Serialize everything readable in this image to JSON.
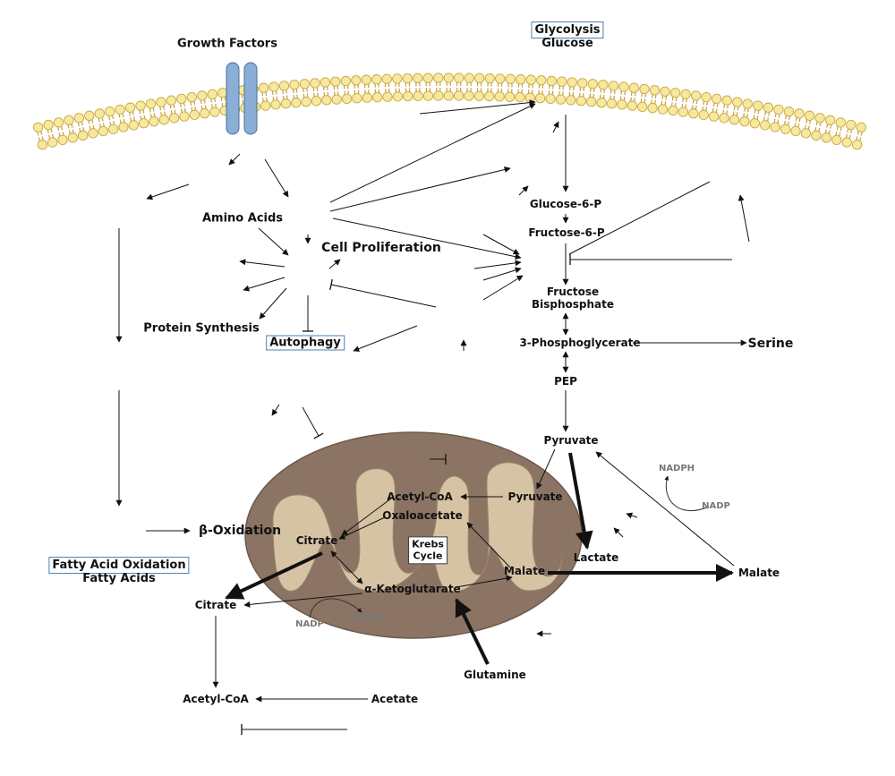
{
  "labels": {
    "growth_factors": "Growth Factors",
    "glycolysis": "Glycolysis",
    "glucose": "Glucose",
    "amino_acids": "Amino Acids",
    "cell_proliferation": "Cell Proliferation",
    "protein_synthesis": "Protein Synthesis",
    "autophagy": "Autophagy",
    "glucose_6p": "Glucose-6-P",
    "fructose_6p": "Fructose-6-P",
    "fructose": "Fructose",
    "bisphosphate": "Bisphosphate",
    "phosphoglycerate": "3-Phosphoglycerate",
    "serine": "Serine",
    "pep": "PEP",
    "pyruvate_cyto": "Pyruvate",
    "pyruvate_mito": "Pyruvate",
    "acetyl_coa_mito": "Acetyl-CoA",
    "oxaloacetate": "Oxaloacetate",
    "citrate_mito": "Citrate",
    "krebs": "Krebs",
    "cycle": "Cycle",
    "malate_mito": "Malate",
    "alpha_kg": "α-Ketoglutarate",
    "lactate": "Lactate",
    "malate_cyto": "Malate",
    "beta_oxidation": "β-Oxidation",
    "fatty_acid_oxidation": "Fatty Acid Oxidation",
    "fatty_acids": "Fatty Acids",
    "citrate_cyto": "Citrate",
    "acetyl_coa_cyto": "Acetyl-CoA",
    "acetate": "Acetate",
    "glutamine": "Glutamine",
    "nadp_1": "NADP",
    "nadph_1": "NADPH",
    "nadp_2": "NADP",
    "nadph_2": "NADPH"
  },
  "colors": {
    "membrane_head": "#f6e8a0",
    "membrane_head_stroke": "#c9a93a",
    "membrane_tail": "#c9a040",
    "receptor": "#8aaed6",
    "receptor_stroke": "#4a6f9a",
    "mito_outer": "#8b7463",
    "mito_inner": "#d6c3a4",
    "label_box": "#4a7fb0",
    "cofactor": "#777777"
  }
}
